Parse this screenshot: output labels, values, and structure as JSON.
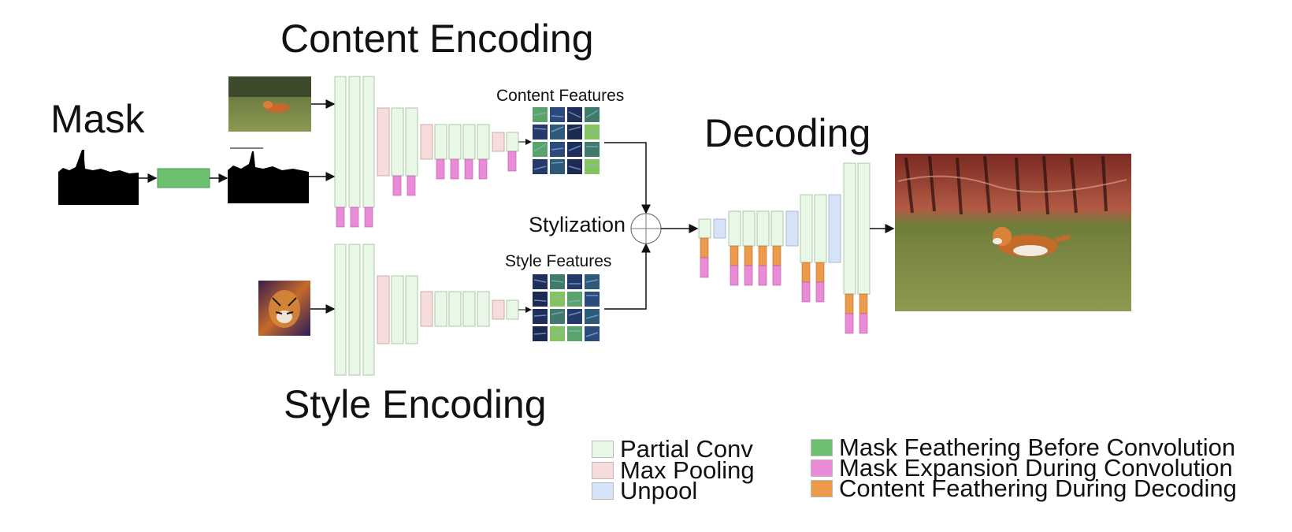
{
  "titles": {
    "mask": "Mask",
    "content_encoding": "Content Encoding",
    "style_encoding": "Style Encoding",
    "decoding": "Decoding",
    "content_features": "Content Features",
    "style_features": "Style Features",
    "stylization": "Stylization"
  },
  "colors": {
    "partial_conv": "#e8f7e6",
    "max_pooling": "#f7dcdc",
    "unpool": "#d6e2f7",
    "mask_feathering": "#6cc070",
    "mask_expansion": "#e98bd6",
    "content_feathering": "#ee9a4c"
  },
  "legend": [
    {
      "label": "Partial Conv",
      "color": "#e8f7e6"
    },
    {
      "label": "Max Pooling",
      "color": "#f7dcdc"
    },
    {
      "label": "Unpool",
      "color": "#d6e2f7"
    },
    {
      "label": "Mask Feathering Before Convolution",
      "color": "#6cc070"
    },
    {
      "label": "Mask Expansion During Convolution",
      "color": "#e98bd6"
    },
    {
      "label": "Content Feathering During Decoding",
      "color": "#ee9a4c"
    }
  ]
}
